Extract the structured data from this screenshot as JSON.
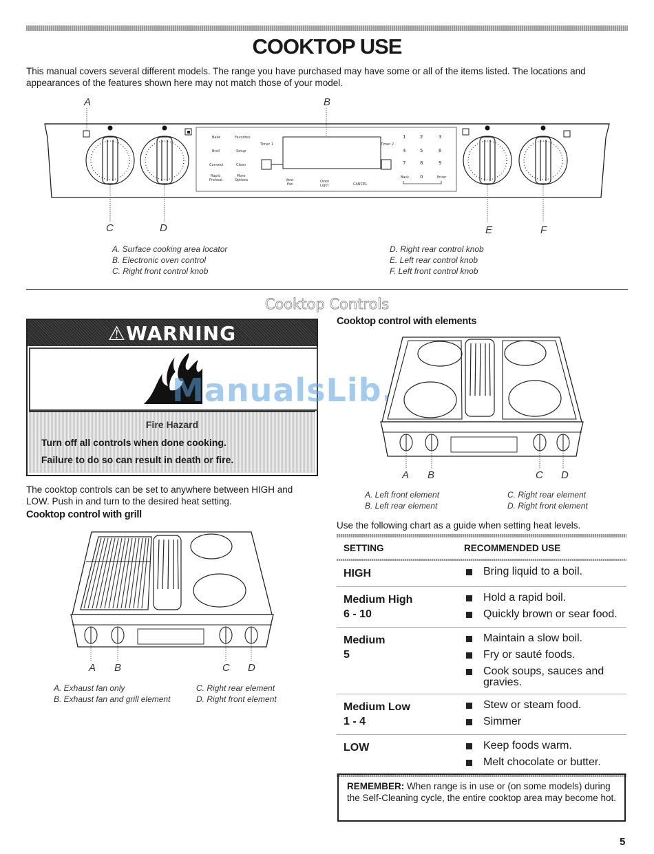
{
  "page": {
    "title": "COOKTOP USE",
    "intro": "This manual covers several different models. The range you have purchased may have some or all of the items listed. The locations and appearances of the features shown here may not match those of your model.",
    "page_number": "5"
  },
  "control_panel": {
    "callouts": {
      "a": "A",
      "b": "B",
      "c": "C",
      "d": "D",
      "e": "E",
      "f": "F"
    },
    "legend_left": [
      "A. Surface cooking area locator",
      "B. Electronic oven control",
      "C. Right front control knob"
    ],
    "legend_right": [
      "D. Right rear control knob",
      "E. Left rear control knob",
      "F. Left front control knob"
    ],
    "oven_keys": [
      "Bake",
      "Broil",
      "Convect",
      "Rapid Preheat",
      "Favorites",
      "Setup",
      "Clean",
      "More Options",
      "Timer 1",
      "Vent Fan",
      "Oven Light",
      "CANCEL",
      "Timer 2"
    ],
    "keypad": [
      "1",
      "2",
      "3",
      "4",
      "5",
      "6",
      "7",
      "8",
      "9",
      "Back",
      "0",
      "Enter"
    ]
  },
  "section": {
    "title": "Cooktop Controls"
  },
  "warning": {
    "header": "⚠WARNING",
    "hazard": "Fire Hazard",
    "line1": "Turn off all controls when done cooking.",
    "line2": "Failure to do so can result in death or fire."
  },
  "watermark": "ManualsLib.com",
  "left_col": {
    "body": "The cooktop controls can be set to anywhere between HIGH and LOW. Push in and turn to the desired heat setting.",
    "grill_heading": "Cooktop control with grill",
    "grill_callouts": {
      "a": "A",
      "b": "B",
      "c": "C",
      "d": "D"
    },
    "grill_legend_left": [
      "A. Exhaust fan only",
      "B. Exhaust fan and grill element"
    ],
    "grill_legend_right": [
      "C. Right rear element",
      "D. Right front element"
    ]
  },
  "right_col": {
    "elements_heading": "Cooktop control with elements",
    "elem_callouts": {
      "a": "A",
      "b": "B",
      "c": "C",
      "d": "D"
    },
    "elem_legend_left": [
      "A. Left front element",
      "B. Left rear element"
    ],
    "elem_legend_right": [
      "C. Right rear element",
      "D. Right front element"
    ],
    "chart_intro": "Use the following chart as a guide when setting heat levels."
  },
  "heat_table": {
    "col_setting": "SETTING",
    "col_use": "RECOMMENDED USE",
    "rows": [
      {
        "setting": "HIGH",
        "setting2": "",
        "uses": [
          "Bring liquid to a boil."
        ]
      },
      {
        "setting": "Medium High",
        "setting2": "6 - 10",
        "uses": [
          "Hold a rapid boil.",
          "Quickly brown or sear food."
        ]
      },
      {
        "setting": "Medium",
        "setting2": "5",
        "uses": [
          "Maintain a slow boil.",
          "Fry or sauté foods.",
          "Cook soups, sauces and gravies."
        ]
      },
      {
        "setting": "Medium Low",
        "setting2": "1 - 4",
        "uses": [
          "Stew or steam food.",
          "Simmer"
        ]
      },
      {
        "setting": "LOW",
        "setting2": "",
        "uses": [
          "Keep foods warm.",
          "Melt chocolate or butter."
        ]
      }
    ]
  },
  "remember": {
    "label": "REMEMBER:",
    "text": " When range is in use or (on some models) during the Self-Cleaning cycle, the entire cooktop area may become hot."
  }
}
